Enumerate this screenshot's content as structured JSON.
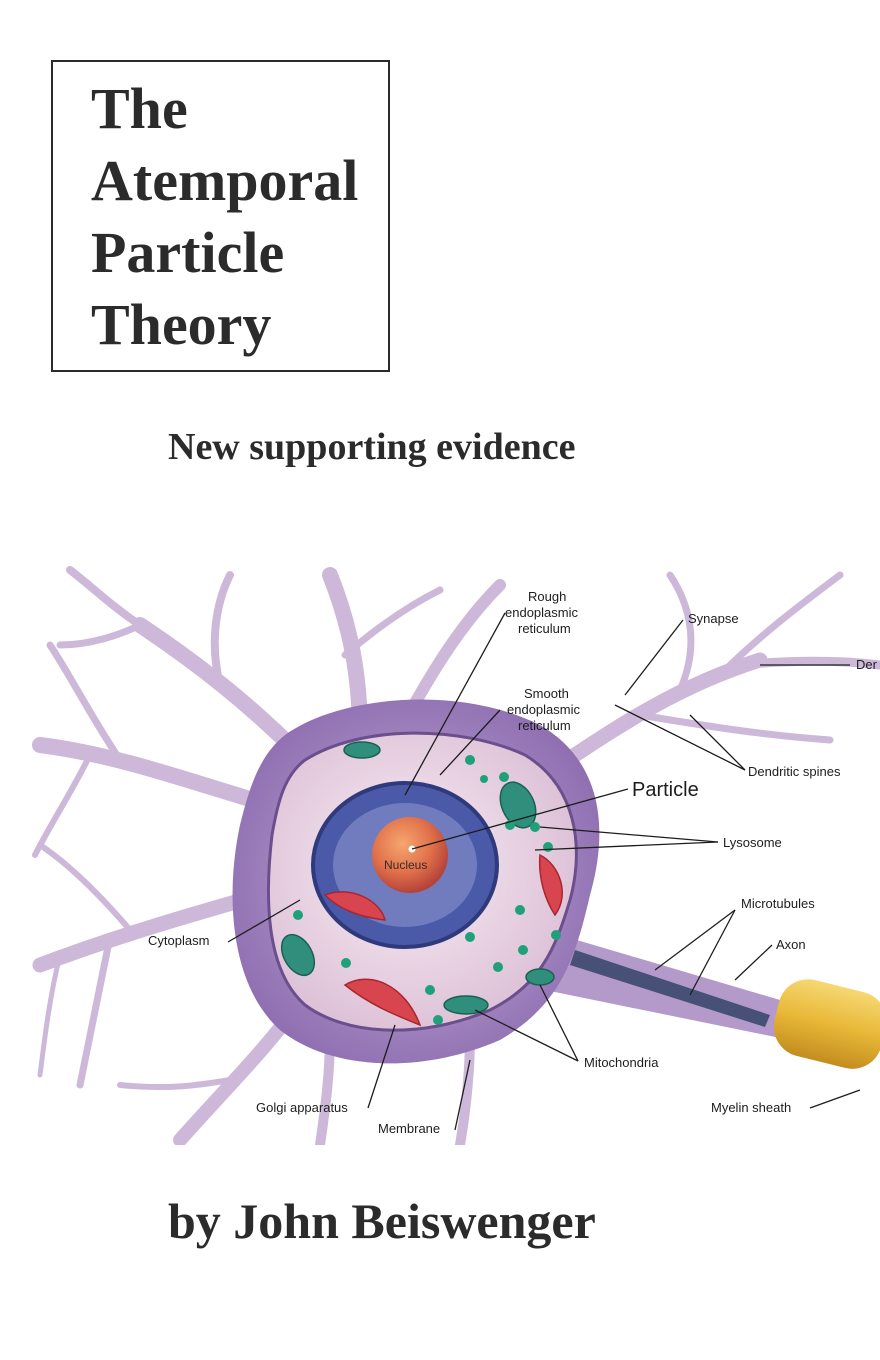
{
  "cover": {
    "title_lines": [
      "The",
      "Atemporal",
      "Particle",
      "Theory"
    ],
    "subtitle": "New supporting evidence",
    "author": "by John Beiswenger"
  },
  "illustration": {
    "labels": {
      "rough_er": [
        "Rough",
        "endoplasmic",
        "reticulum"
      ],
      "smooth_er": [
        "Smooth",
        "endoplasmic",
        "reticulum"
      ],
      "synapse": "Synapse",
      "dendrite": "Der",
      "dendritic_spines": "Dendritic spines",
      "particle": "Particle",
      "nucleus": "Nucleus",
      "lysosome": "Lysosome",
      "microtubules": "Microtubules",
      "axon": "Axon",
      "cytoplasm": "Cytoplasm",
      "mitochondria": "Mitochondria",
      "myelin_sheath": "Myelin sheath",
      "golgi_apparatus": "Golgi apparatus",
      "membrane": "Membrane"
    },
    "colors": {
      "dendrite": "#c9b3d6",
      "cell_body": "#a98bc4",
      "cytoplasm": "#e9d6e4",
      "nuclear_envelope": "#3f4f9c",
      "nucleus": "#e0704a",
      "mitochondria": "#2f8f7c",
      "golgi": "#d9454e",
      "myelin": "#e8b838"
    }
  }
}
